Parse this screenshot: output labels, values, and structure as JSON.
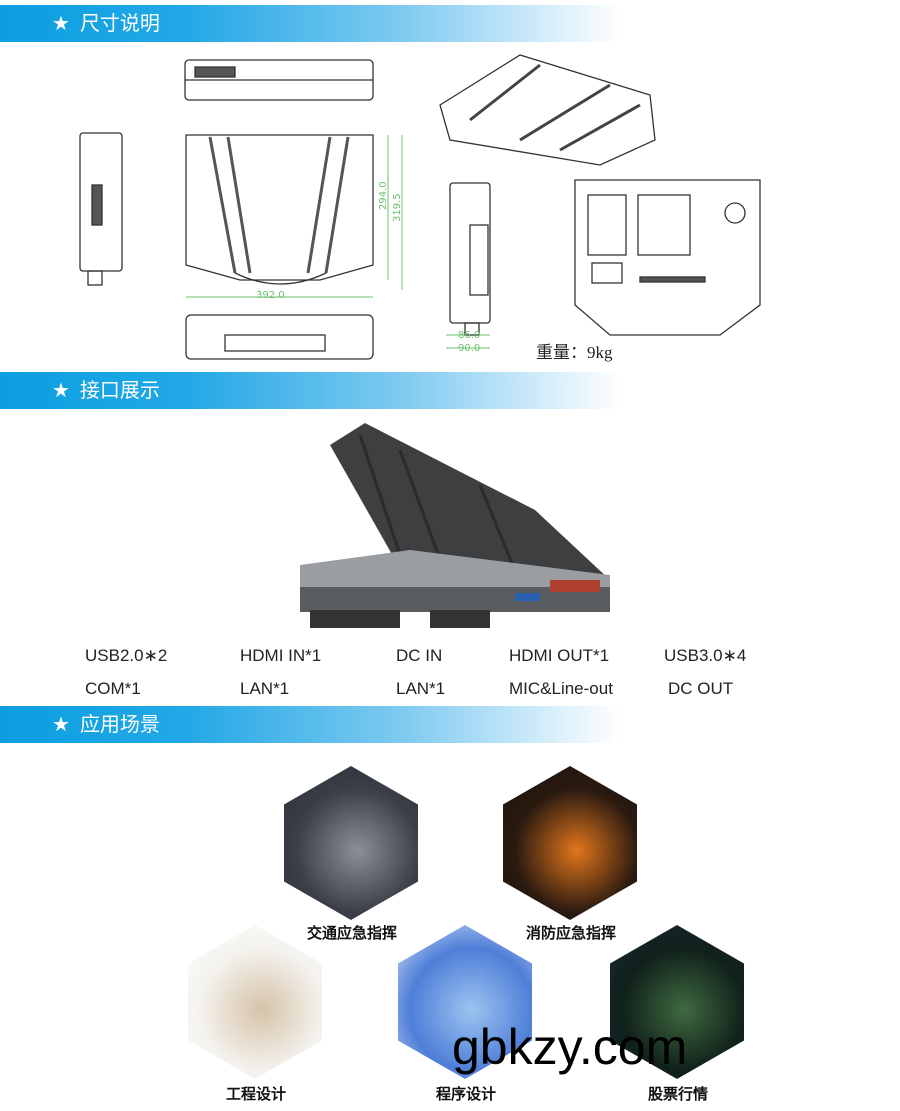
{
  "sections": [
    {
      "title": "尺寸说明",
      "icon": "star-icon"
    },
    {
      "title": "接口展示",
      "icon": "star-icon"
    },
    {
      "title": "应用场景",
      "icon": "star-icon"
    }
  ],
  "dimensions": {
    "width": "392.0",
    "depth_inner": "294.0",
    "depth_outer": "319.5",
    "height_inner": "86.0",
    "height_outer": "90.0",
    "weight": "重量：9kg"
  },
  "interfaces": [
    [
      "USB2.0∗2",
      "HDMI IN*1",
      "DC IN",
      "HDMI OUT*1",
      "USB3.0∗4"
    ],
    [
      "COM*1",
      "LAN*1",
      "LAN*1",
      "MIC&Line-out",
      "DC OUT"
    ]
  ],
  "scenarios": [
    {
      "label": "交通应急指挥",
      "colors": [
        "#3a3f48",
        "#8a8f99",
        "#2a2d33"
      ]
    },
    {
      "label": "消防应急指挥",
      "colors": [
        "#2a1a10",
        "#e2761c",
        "#1a120c"
      ]
    },
    {
      "label": "工程设计",
      "colors": [
        "#f4f2ee",
        "#d6c3a8",
        "#ffffff"
      ]
    },
    {
      "label": "程序设计",
      "colors": [
        "#4f7ed8",
        "#9cc4f0",
        "#d6e6f8"
      ]
    },
    {
      "label": "股票行情",
      "colors": [
        "#10201a",
        "#3f6a40",
        "#1a2a3a"
      ]
    }
  ],
  "watermark": "gbkzy.com",
  "colors": {
    "banner": "#0b9ee0",
    "dimension_line": "#6cc06c"
  }
}
